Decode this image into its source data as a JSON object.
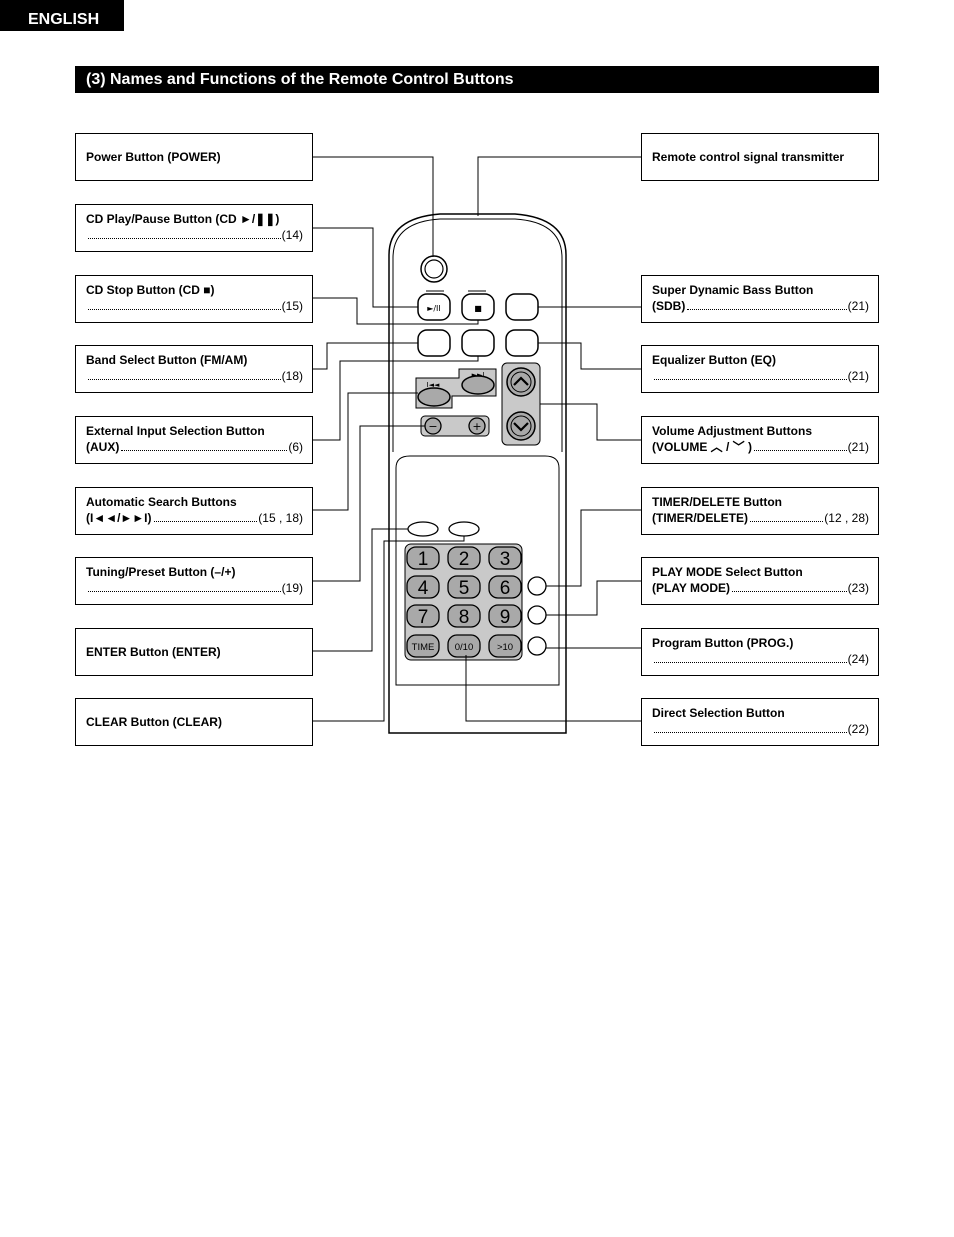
{
  "header": {
    "language": "ENGLISH",
    "section_title": "(3) Names and Functions of the Remote Control Buttons"
  },
  "callouts_left": [
    {
      "name": "Power Button (POWER)",
      "line2": "",
      "page": ""
    },
    {
      "name": "CD Play/Pause Button (CD ►/❚❚)",
      "line2": "",
      "page": "(14)"
    },
    {
      "name": "CD Stop Button (CD ■)",
      "line2": "",
      "page": "(15)"
    },
    {
      "name": "Band Select Button (FM/AM)",
      "line2": "",
      "page": "(18)"
    },
    {
      "name": "External Input Selection Button",
      "line2": "(AUX)",
      "page": "(6)"
    },
    {
      "name": "Automatic Search Buttons",
      "line2": "(I◄◄/►►I)",
      "page": "(15 , 18)"
    },
    {
      "name": "Tuning/Preset Button (–/+)",
      "line2": "",
      "page": "(19)"
    },
    {
      "name": "ENTER Button (ENTER)",
      "line2": "",
      "page": ""
    },
    {
      "name": "CLEAR Button (CLEAR)",
      "line2": "",
      "page": ""
    }
  ],
  "callouts_right": [
    {
      "name": "Remote control signal transmitter",
      "line2": "",
      "page": ""
    },
    {
      "name": "Super Dynamic Bass Button",
      "line2": "(SDB)",
      "page": "(21)"
    },
    {
      "name": "Equalizer Button (EQ)",
      "line2": "",
      "page": "(21)"
    },
    {
      "name": "Volume Adjustment Buttons",
      "line2": "(VOLUME ︿ / ﹀ )",
      "page": "(21)"
    },
    {
      "name": "TIMER/DELETE Button",
      "line2": "(TIMER/DELETE)",
      "page": "(12 , 28)"
    },
    {
      "name": "PLAY MODE Select Button",
      "line2": "(PLAY MODE)",
      "page": "(23)"
    },
    {
      "name": "Program Button (PROG.)",
      "line2": "",
      "page": "(24)"
    },
    {
      "name": "Direct Selection Button",
      "line2": "",
      "page": "(22)"
    }
  ],
  "remote": {
    "play_pause_symbol": "►/II",
    "stop_symbol": "■",
    "skip_back_symbol": "I◄◄",
    "skip_fwd_symbol": "►►I",
    "minus_symbol": "−",
    "plus_symbol": "+",
    "keypad": [
      "1",
      "2",
      "3",
      "4",
      "5",
      "6",
      "7",
      "8",
      "9",
      "TIME",
      "0/10",
      ">10"
    ]
  }
}
